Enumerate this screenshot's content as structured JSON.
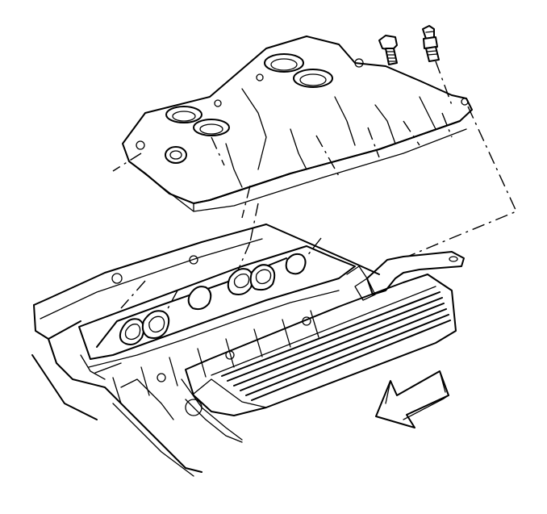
{
  "diagram": {
    "components": [
      "intake-manifold",
      "manifold-bolt",
      "manifold-stud",
      "intake-manifold-gasket",
      "engine-block",
      "valve-cover",
      "bracket"
    ],
    "direction_arrow": "front-of-vehicle-arrow",
    "colors": {
      "line": "#000000",
      "background": "#ffffff"
    }
  }
}
